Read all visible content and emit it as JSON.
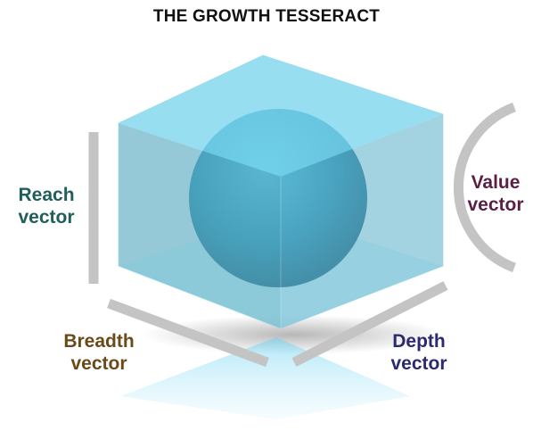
{
  "title": "THE GROWTH TESSERACT",
  "vectors": {
    "reach": {
      "line1": "Reach",
      "line2": "vector",
      "color": "#1f5e5a"
    },
    "value": {
      "line1": "Value",
      "line2": "vector",
      "color": "#5a1f45"
    },
    "breadth": {
      "line1": "Breadth",
      "line2": "vector",
      "color": "#6b4a1a"
    },
    "depth": {
      "line1": "Depth",
      "line2": "vector",
      "color": "#2a2a6e"
    }
  },
  "colors": {
    "cube_top": "#7dd6ee",
    "cube_left": "#6fb6c9",
    "cube_right": "#79c0d4",
    "sphere": "#1f8fb5",
    "bracket": "#c4c4c4"
  }
}
